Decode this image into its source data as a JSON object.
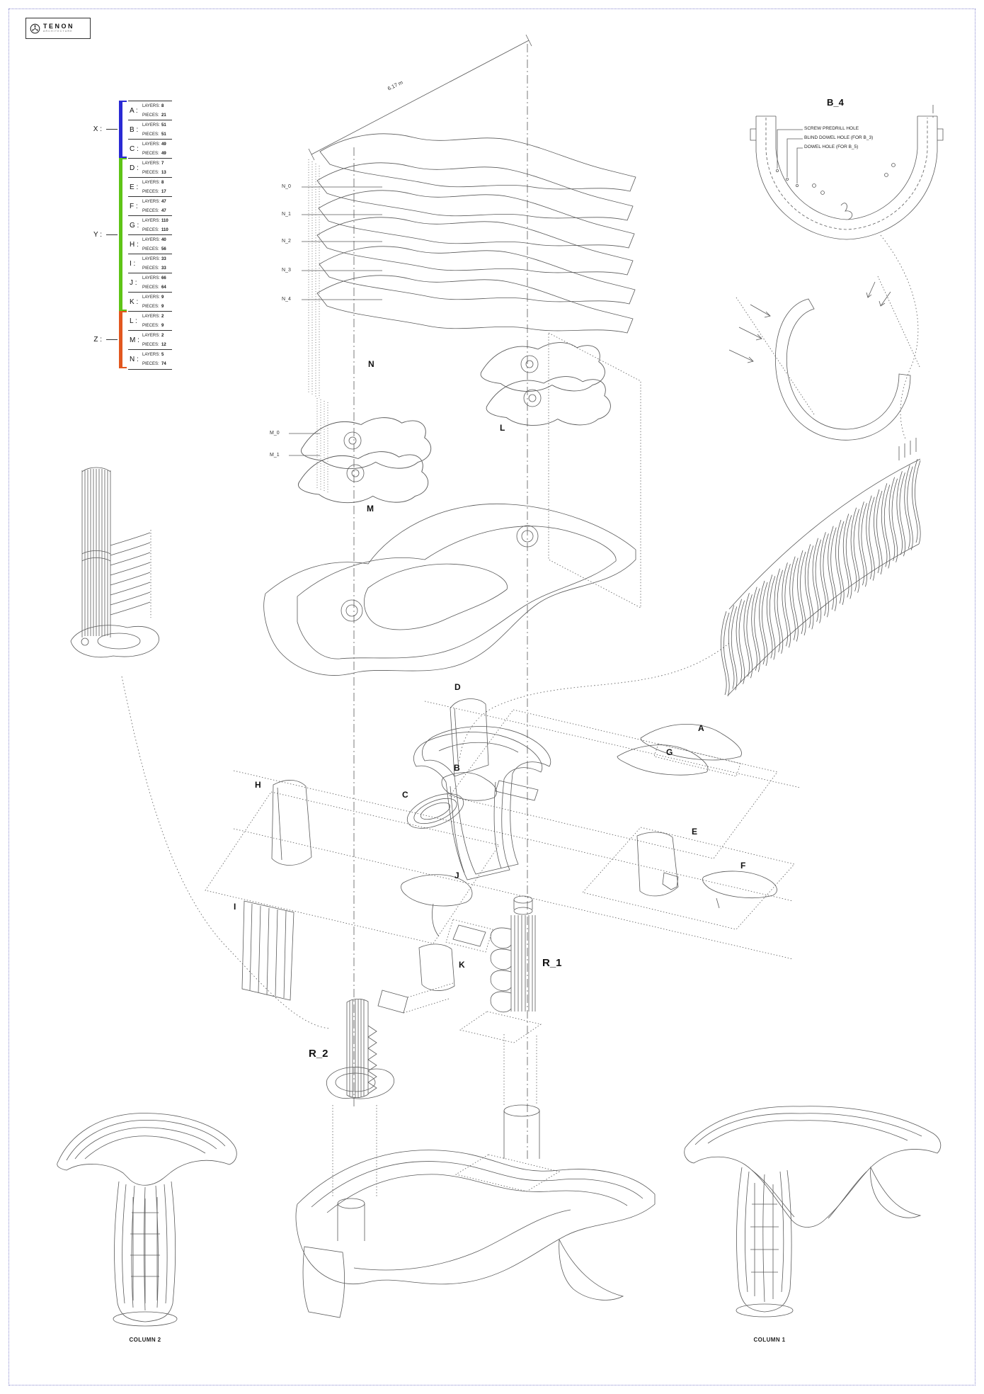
{
  "logo": {
    "title": "TENON",
    "subtitle": "ARCHITECTURE"
  },
  "legend": {
    "layers_label": "LAYERS:",
    "pieces_label": "PIECES:",
    "groups": [
      {
        "label": "X :",
        "color": "#2a2ad4"
      },
      {
        "label": "Y :",
        "color": "#5ec416"
      },
      {
        "label": "Z :",
        "color": "#e2571f"
      }
    ],
    "rows": [
      {
        "letter": "A :",
        "layers": "8",
        "pieces": "21"
      },
      {
        "letter": "B :",
        "layers": "51",
        "pieces": "51"
      },
      {
        "letter": "C :",
        "layers": "49",
        "pieces": "49"
      },
      {
        "letter": "D :",
        "layers": "7",
        "pieces": "13"
      },
      {
        "letter": "E :",
        "layers": "8",
        "pieces": "17"
      },
      {
        "letter": "F :",
        "layers": "47",
        "pieces": "47"
      },
      {
        "letter": "G :",
        "layers": "110",
        "pieces": "110"
      },
      {
        "letter": "H :",
        "layers": "40",
        "pieces": "56"
      },
      {
        "letter": "I :",
        "layers": "33",
        "pieces": "33"
      },
      {
        "letter": "J :",
        "layers": "66",
        "pieces": "64"
      },
      {
        "letter": "K :",
        "layers": "9",
        "pieces": "9"
      },
      {
        "letter": "L :",
        "layers": "2",
        "pieces": "9"
      },
      {
        "letter": "M :",
        "layers": "2",
        "pieces": "12"
      },
      {
        "letter": "N :",
        "layers": "5",
        "pieces": "74"
      }
    ]
  },
  "dimension": {
    "label": "6.17 m"
  },
  "b4": {
    "title": "B_4",
    "annotations": [
      "SCREW PREDRILL HOLE",
      "BLIND DOWEL HOLE (FOR B_3)",
      "DOWEL HOLE (FOR B_5)"
    ]
  },
  "parts": {
    "n": "N",
    "l": "L",
    "m": "M",
    "d": "D",
    "b": "B",
    "c": "C",
    "a": "A",
    "g": "G",
    "e": "E",
    "f": "F",
    "h": "H",
    "i": "I",
    "j": "J",
    "k": "K",
    "r1": "R_1",
    "r2": "R_2"
  },
  "layer_tags": {
    "n": [
      "N_0",
      "N_1",
      "N_2",
      "N_3",
      "N_4"
    ],
    "m": [
      "M_0",
      "M_1"
    ]
  },
  "footer": {
    "column2": "COLUMN 2",
    "column1": "COLUMN 1"
  },
  "colors": {
    "x_group": "#2a2ad4",
    "y_group": "#5ec416",
    "z_group": "#e2571f",
    "centerline": "#cc1111",
    "connector": "#1a2a7a",
    "wood": "#a0522d",
    "b4_outline": "#3a3ac8",
    "marker": "#d633cc"
  }
}
